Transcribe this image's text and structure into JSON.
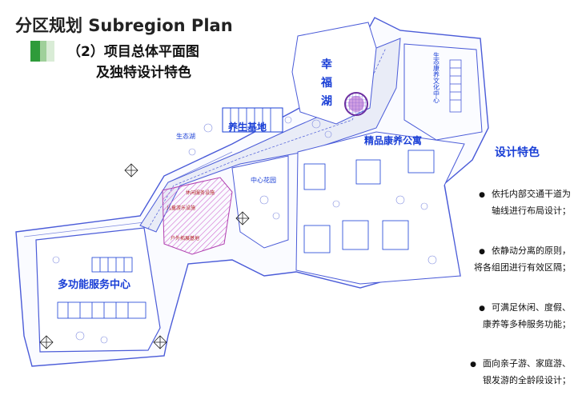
{
  "header": {
    "title": "分区规划  Subregion Plan",
    "subtitle_line1": "（2）项目总体平面图",
    "subtitle_line2": "及独特设计特色"
  },
  "colors": {
    "accent_green": "#2e9b3a",
    "light_green": "#9fd09a",
    "label_blue": "#1a3fd6",
    "plan_lines": "#4a5bd8",
    "road": "#e9ecf7"
  },
  "map_labels": {
    "lake": [
      "幸",
      "福",
      "湖"
    ],
    "health_base": "养生基地",
    "ecology_lake": "生态湖",
    "apartments": "精品康养公寓",
    "central_garden": "中心花园",
    "culture_center": "生态康养文化中心",
    "service_center": "多功能服务中心",
    "small_1": "休闲服务设施",
    "small_2": "儿童游乐设施",
    "small_3": "户外拓展基地"
  },
  "features": {
    "title": "设计特色",
    "items": [
      [
        "依托内部交通干道为",
        "轴线进行布局设计；"
      ],
      [
        "依静动分离的原则，",
        "将各组团进行有效区隔；"
      ],
      [
        "可满足休闲、度假、",
        "康养等多种服务功能；"
      ],
      [
        "面向亲子游、家庭游、",
        "银发游的全龄段设计；"
      ]
    ]
  }
}
